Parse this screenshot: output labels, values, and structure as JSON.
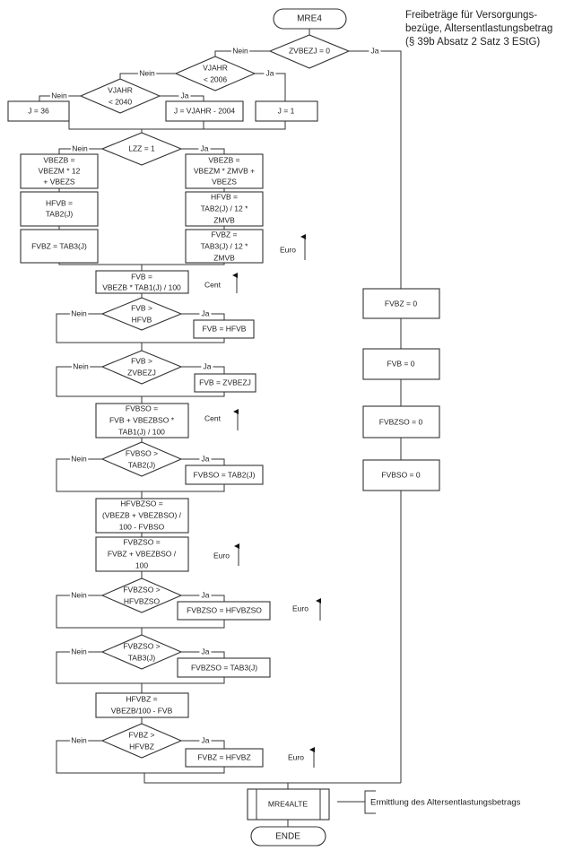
{
  "title": {
    "lines": [
      "Freibeträge für Versorgungs-",
      "bezüge, Altersentlastungsbetrag",
      "(§ 39b Absatz 2 Satz 3 EStG)"
    ]
  },
  "labels": {
    "yes": "Ja",
    "no": "Nein",
    "euro": "Euro",
    "cent": "Cent"
  },
  "start": "MRE4",
  "end": "ENDE",
  "subroutine": {
    "name": "MRE4ALTE",
    "note": "Ermittlung des Altersentlastungsbetrags"
  },
  "decisions": {
    "zvbezj": [
      "ZVBEZJ = 0"
    ],
    "vjahr2006": [
      "VJAHR",
      "< 2006"
    ],
    "vjahr2040": [
      "VJAHR",
      "< 2040"
    ],
    "lzz": [
      "LZZ = 1"
    ],
    "fvb_hfvb": [
      "FVB >",
      "HFVB"
    ],
    "fvb_zvbezj": [
      "FVB >",
      "ZVBEZJ"
    ],
    "fvbso_tab2": [
      "FVBSO >",
      "TAB2(J)"
    ],
    "fvbzso_hfvbzso": [
      "FVBZSO >",
      "HFVBZSO"
    ],
    "fvbzso_tab3": [
      "FVBZSO >",
      "TAB3(J)"
    ],
    "fvbz_hfvbz": [
      "FVBZ >",
      "HFVBZ"
    ]
  },
  "processes": {
    "j36": [
      "J = 36"
    ],
    "jvjahr": [
      "J = VJAHR - 2004"
    ],
    "j1": [
      "J = 1"
    ],
    "vbezb_left": [
      "VBEZB =",
      "VBEZM * 12",
      "+ VBEZS"
    ],
    "hfvb_left": [
      "HFVB =",
      "TAB2(J)"
    ],
    "fvbz_left": [
      "FVBZ = TAB3(J)"
    ],
    "vbezb_right": [
      "VBEZB =",
      "VBEZM * ZMVB +",
      "VBEZS"
    ],
    "hfvb_right": [
      "HFVB =",
      "TAB2(J) / 12 *",
      "ZMVB"
    ],
    "fvbz_right": [
      "FVBZ =",
      "TAB3(J) / 12 *",
      "ZMVB"
    ],
    "fvb": [
      "FVB =",
      "VBEZB * TAB1(J) / 100"
    ],
    "fvb_hfvb": [
      "FVB = HFVB"
    ],
    "fvb_zvbezj": [
      "FVB = ZVBEZJ"
    ],
    "fvbso": [
      "FVBSO =",
      "FVB + VBEZBSO *",
      "TAB1(J) / 100"
    ],
    "fvbso_tab2": [
      "FVBSO = TAB2(J)"
    ],
    "hfvbzso": [
      "HFVBZSO =",
      "(VBEZB + VBEZBSO) /",
      "100 - FVBSO"
    ],
    "fvbzso": [
      "FVBZSO =",
      "FVBZ + VBEZBSO /",
      "100"
    ],
    "fvbzso_hfvbzso": [
      "FVBZSO = HFVBZSO"
    ],
    "fvbzso_tab3": [
      "FVBZSO = TAB3(J)"
    ],
    "hfvbz": [
      "HFVBZ =",
      "VBEZB/100 - FVB"
    ],
    "fvbz_hfvbz": [
      "FVBZ = HFVBZ"
    ],
    "fvbz0": [
      "FVBZ = 0"
    ],
    "fvb0": [
      "FVB = 0"
    ],
    "fvbzso0": [
      "FVBZSO = 0"
    ],
    "fvbso0": [
      "FVBSO = 0"
    ]
  }
}
